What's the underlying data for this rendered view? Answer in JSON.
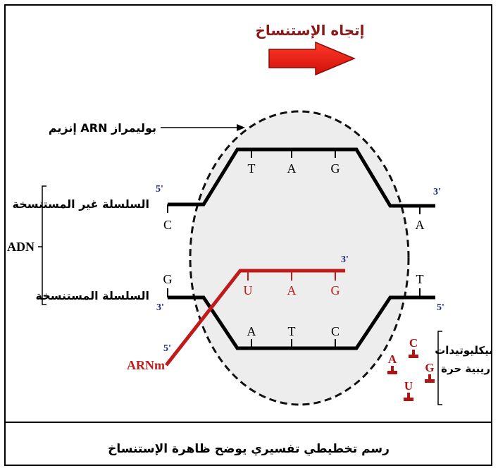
{
  "title": "إتجاه الإستنساخ",
  "caption": "رسم تخطيطي تفسيري يوضح ظاهرة الإستنساخ",
  "labels": {
    "enzyme": "إنزيم ARN بوليمراز",
    "non_template_strand": "السلسلة غير المستنسخة",
    "template_strand": "السلسلة المستنسخة",
    "adn": "ADN",
    "arnm": "ARNm",
    "nucleotides_line1": "نيكليوتيدات",
    "nucleotides_line2": "ريبية حرة"
  },
  "non_template_strand": {
    "end_left": "5'",
    "end_right": "3'",
    "outside_left_base": "C",
    "outside_right_base": "A",
    "inside_bases": [
      "T",
      "A",
      "G"
    ]
  },
  "template_strand": {
    "end_left": "3'",
    "end_right": "5'",
    "outside_left_base": "G",
    "outside_right_base": "T",
    "inside_bases": [
      "A",
      "T",
      "C"
    ]
  },
  "arnm_strand": {
    "end_start": "5'",
    "end_tip": "3'",
    "bases": [
      "U",
      "A",
      "G"
    ]
  },
  "free_nucleotides": [
    "A",
    "C",
    "U",
    "G"
  ],
  "colors": {
    "title": "#8b1a1a",
    "arrow": "#e8170f",
    "arnm": "#c11a1a",
    "bubble": "#ededed",
    "prime": "#1f2a86",
    "nucleotide": "#b01515"
  }
}
